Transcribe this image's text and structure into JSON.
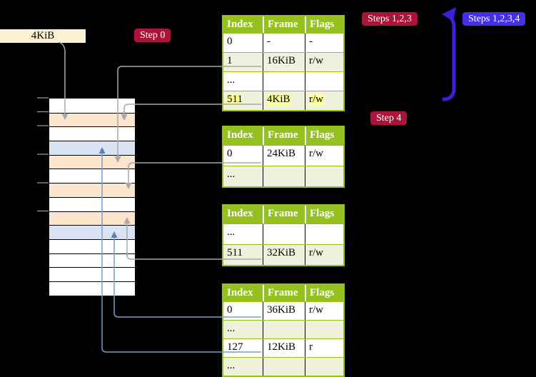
{
  "colors": {
    "accent_green": "#94c11f",
    "row_green": "#eef2dc",
    "highlight_yellow": "#feff9b",
    "badge_red": "#ad1238",
    "badge_purple": "#4430e4",
    "thick_arrow_blue": "#3a1fdc",
    "peach": "#fce5cd",
    "light_blue": "#dae3f3",
    "connector_gray": "#a8a8a8",
    "connector_blue": "#7e9cd0",
    "label_cream": "#fbf0d2"
  },
  "labels": {
    "page_size": "4KiB",
    "step0": "Step 0",
    "steps123": "Steps 1,2,3",
    "steps1234": "Steps 1,2,3,4",
    "step4": "Step 4"
  },
  "memory_stack": {
    "rows": [
      "white",
      "peach",
      "white",
      "blue",
      "peach",
      "white",
      "peach",
      "white",
      "peach",
      "blue",
      "white",
      "white",
      "white",
      "white"
    ],
    "tick_marks": 6
  },
  "tables": [
    {
      "name": "page-table-level-1",
      "headers": [
        "Index",
        "Frame",
        "Flags"
      ],
      "rows": [
        {
          "cells": [
            "0",
            "-",
            "-"
          ],
          "shade": false,
          "highlight": false
        },
        {
          "cells": [
            "1",
            "16KiB",
            "r/w"
          ],
          "shade": true,
          "highlight": false
        },
        {
          "cells": [
            "...",
            "",
            ""
          ],
          "shade": false,
          "highlight": false
        },
        {
          "cells": [
            "511",
            "4KiB",
            "r/w"
          ],
          "shade": true,
          "highlight": true
        }
      ]
    },
    {
      "name": "page-table-level-2",
      "headers": [
        "Index",
        "Frame",
        "Flags"
      ],
      "rows": [
        {
          "cells": [
            "0",
            "24KiB",
            "r/w"
          ],
          "shade": false,
          "highlight": false
        },
        {
          "cells": [
            "...",
            "",
            ""
          ],
          "shade": true,
          "highlight": false
        }
      ]
    },
    {
      "name": "page-table-level-3",
      "headers": [
        "Index",
        "Frame",
        "Flags"
      ],
      "rows": [
        {
          "cells": [
            "...",
            "",
            ""
          ],
          "shade": false,
          "highlight": false
        },
        {
          "cells": [
            "511",
            "32KiB",
            "r/w"
          ],
          "shade": true,
          "highlight": false
        }
      ]
    },
    {
      "name": "page-table-level-4",
      "headers": [
        "Index",
        "Frame",
        "Flags"
      ],
      "rows": [
        {
          "cells": [
            "0",
            "36KiB",
            "r/w"
          ],
          "shade": false,
          "highlight": false
        },
        {
          "cells": [
            "...",
            "",
            ""
          ],
          "shade": true,
          "highlight": false
        },
        {
          "cells": [
            "127",
            "12KiB",
            "r"
          ],
          "shade": false,
          "highlight": false
        },
        {
          "cells": [
            "...",
            "",
            ""
          ],
          "shade": true,
          "highlight": false
        }
      ]
    }
  ],
  "connections": [
    {
      "from": "page-size-label",
      "to": "stack-row-2",
      "color": "gray"
    },
    {
      "from": "page-table-level-1-row-1",
      "to": "stack-row-5",
      "color": "gray"
    },
    {
      "from": "page-table-level-1-row-511",
      "to": "stack-row-2",
      "color": "gray"
    },
    {
      "from": "page-table-level-2-row-0",
      "to": "stack-row-7",
      "color": "gray"
    },
    {
      "from": "page-table-level-3-row-511",
      "to": "stack-row-9",
      "color": "gray"
    },
    {
      "from": "page-table-level-4-row-0",
      "to": "stack-row-10",
      "color": "blue"
    },
    {
      "from": "page-table-level-4-row-127",
      "to": "stack-row-4",
      "color": "blue"
    },
    {
      "from": "page-table-level-1-row-511",
      "to": "steps123-badge",
      "color": "thick-blue"
    }
  ]
}
